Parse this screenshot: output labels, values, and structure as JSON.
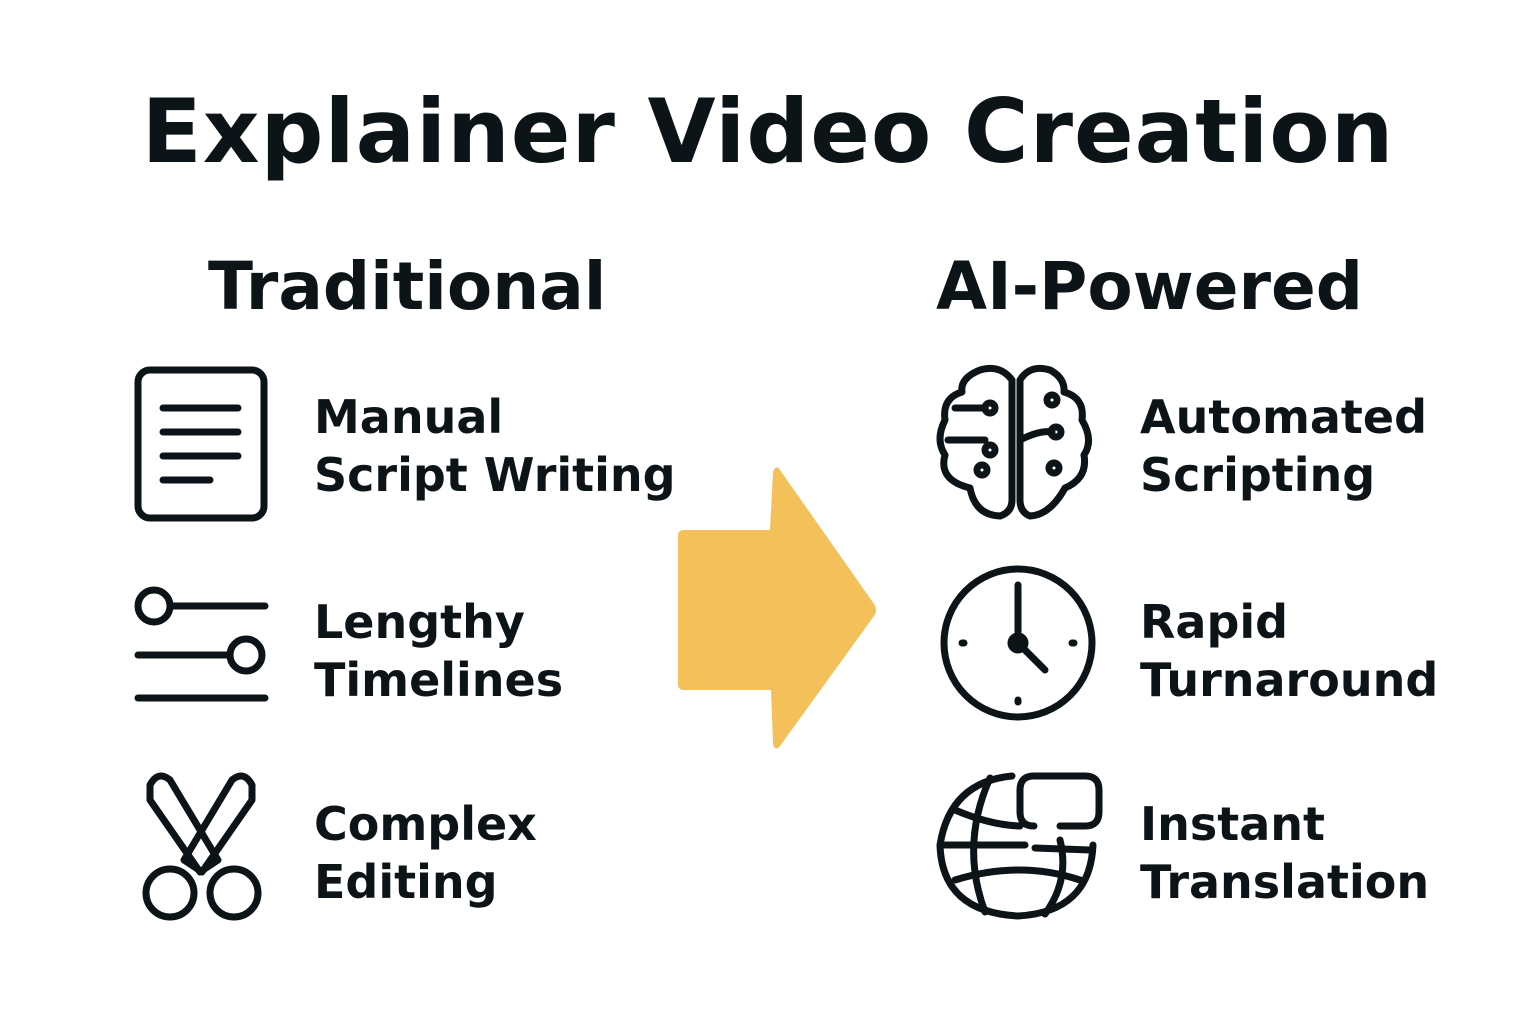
{
  "title": "Explainer Video Creation",
  "colors": {
    "arrow": "#F3C05A",
    "text": "#0D1418"
  },
  "traditional": {
    "heading": "Traditional",
    "items": [
      {
        "icon": "document-icon",
        "line1": "Manual",
        "line2": "Script Writing"
      },
      {
        "icon": "timeline-sliders-icon",
        "line1": "Lengthy",
        "line2": "Timelines"
      },
      {
        "icon": "scissors-icon",
        "line1": "Complex",
        "line2": "Editing"
      }
    ]
  },
  "ai": {
    "heading": "AI-Powered",
    "items": [
      {
        "icon": "brain-circuit-icon",
        "line1": "Automated",
        "line2": "Scripting"
      },
      {
        "icon": "clock-icon",
        "line1": "Rapid",
        "line2": "Turnaround"
      },
      {
        "icon": "globe-chat-icon",
        "line1": "Instant",
        "line2": "Translation"
      }
    ]
  }
}
